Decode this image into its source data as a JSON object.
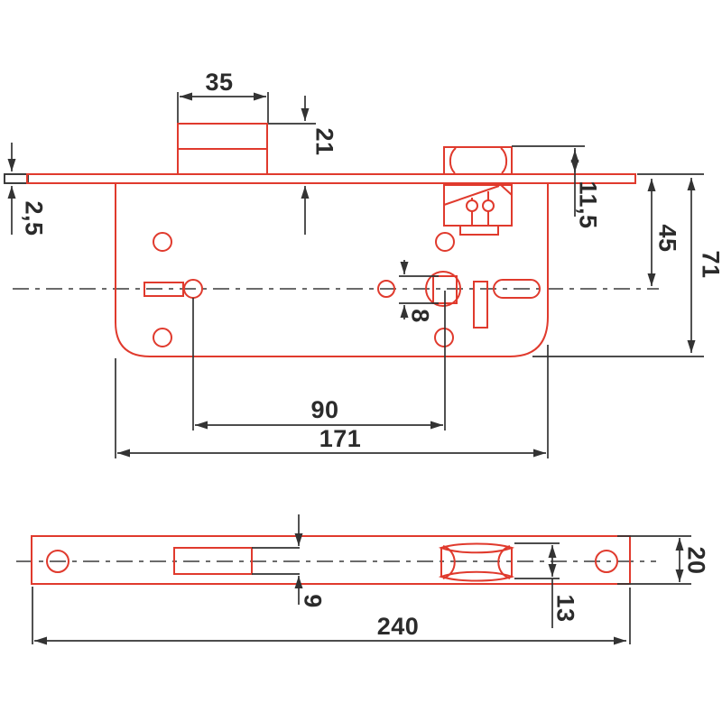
{
  "title": "Mortise lock technical drawing",
  "colors": {
    "part_outline": "#e03a2d",
    "dimension_lines": "#333333",
    "background": "#ffffff"
  },
  "dimensions": {
    "bolt_width_mm": "35",
    "bolt_to_plate_mm": "21",
    "faceplate_thickness_mm": "2,5",
    "latch_projection_mm": "11,5",
    "backset_mm": "45",
    "case_height_mm": "71",
    "follower_square_mm": "8",
    "key_to_follower_mm": "90",
    "case_length_mm": "171",
    "bolt_cutout_height_mm": "9",
    "latch_cutout_height_mm": "13",
    "faceplate_width_mm": "20",
    "faceplate_length_mm": "240"
  }
}
